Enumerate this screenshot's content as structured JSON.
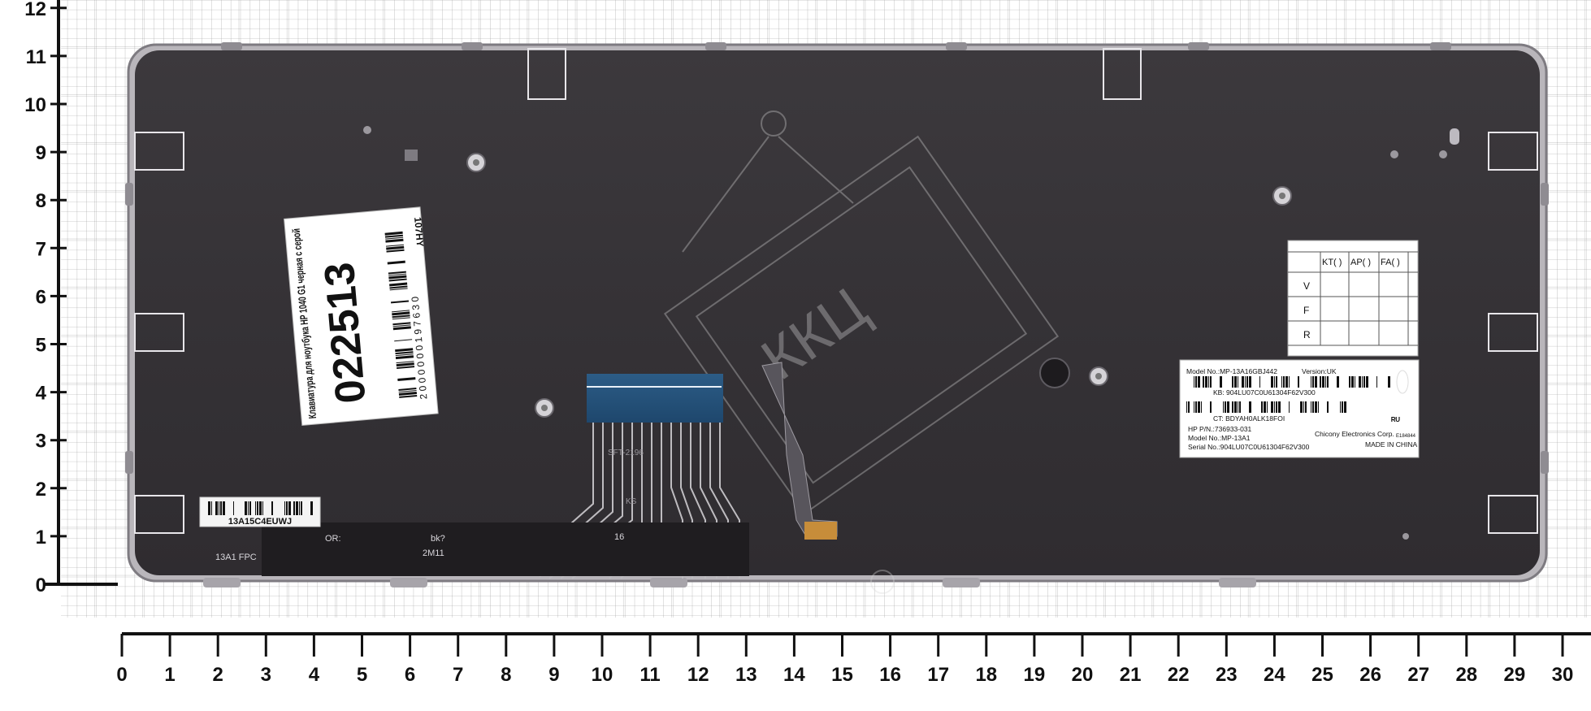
{
  "ruler": {
    "vertical_ticks": [
      "0",
      "1",
      "2",
      "3",
      "4",
      "5",
      "6",
      "7",
      "8",
      "9",
      "10",
      "11",
      "12"
    ],
    "horizontal_ticks": [
      "0",
      "1",
      "2",
      "3",
      "4",
      "5",
      "6",
      "7",
      "8",
      "9",
      "10",
      "11",
      "12",
      "13",
      "14",
      "15",
      "16",
      "17",
      "18",
      "19",
      "20",
      "21",
      "22",
      "23",
      "24",
      "25",
      "26",
      "27",
      "28",
      "29",
      "30"
    ]
  },
  "sticker": {
    "title": "Клавиатура для ноутбука HP 1040 G1 черная с серой",
    "code": "107HY",
    "sku": "022513",
    "barcode_digits": "2 0 0 0 0 0 0 1 9 7 6 3 0"
  },
  "serial_label": {
    "text": "13A15C4EUWJ"
  },
  "qc_table": {
    "headers": [
      "",
      "KT(  )",
      "AP(  )",
      "FA(  )"
    ],
    "rows": [
      "V",
      "F",
      "R"
    ]
  },
  "product_label": {
    "model_no": "Model No.:MP-13A16GBJ442",
    "version": "Version:UK",
    "kb": "KB: 904LU07C0U61304F62V300",
    "ct": "CT: BDYAH0ALK18FOI",
    "hp_pn": "HP P/N.:736933-031",
    "model_no2": "Model No.:MP-13A1",
    "manufacturer": "Chicony Electronics Corp.",
    "serial": "Serial No.:904LU07C0U61304F62V300",
    "origin": "MADE IN CHINA",
    "cert": "E184844"
  },
  "fpc": {
    "text": "13A1 FPC",
    "marking1": "OR:",
    "marking2": "bk?",
    "marking3": "2M11",
    "marking4": "16",
    "ribbon1": "SFT-2196",
    "ribbon2": "KS"
  },
  "watermark": {
    "text": "ККЦ"
  }
}
